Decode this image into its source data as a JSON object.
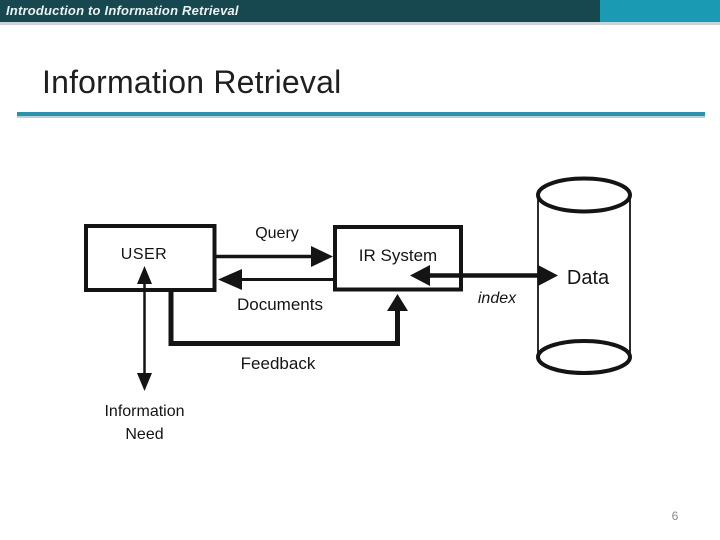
{
  "header": {
    "title": "Introduction to Information Retrieval"
  },
  "slide": {
    "title": "Information Retrieval",
    "page_number": "6"
  },
  "colors": {
    "header_bar": "#17474F",
    "header_accent": "#1B9BB3",
    "header_divider": "#C9D4D9",
    "title_text": "#1F1F1F",
    "title_rule": "#2E92AC",
    "title_rule_light": "#B9D1DC",
    "diagram_ink": "#141414",
    "page_number": "#8A8A8A"
  },
  "diagram": {
    "type": "flow-diagram",
    "nodes": {
      "user": "USER",
      "ir_system": "IR System",
      "data": "Data"
    },
    "labels": {
      "query": "Query",
      "documents": "Documents",
      "feedback": "Feedback",
      "index": "index",
      "information_need_line1": "Information",
      "information_need_line2": "Need"
    },
    "edges": [
      {
        "from": "USER",
        "to": "IR System",
        "label": "Query"
      },
      {
        "from": "IR System",
        "to": "USER",
        "label": "Documents"
      },
      {
        "from": "IR System",
        "to": "IR System via USER",
        "label": "Feedback"
      },
      {
        "from": "IR System",
        "to": "Data",
        "label": "index",
        "bidirectional": true
      },
      {
        "from": "USER",
        "to": "Information Need",
        "bidirectional": true
      }
    ]
  }
}
